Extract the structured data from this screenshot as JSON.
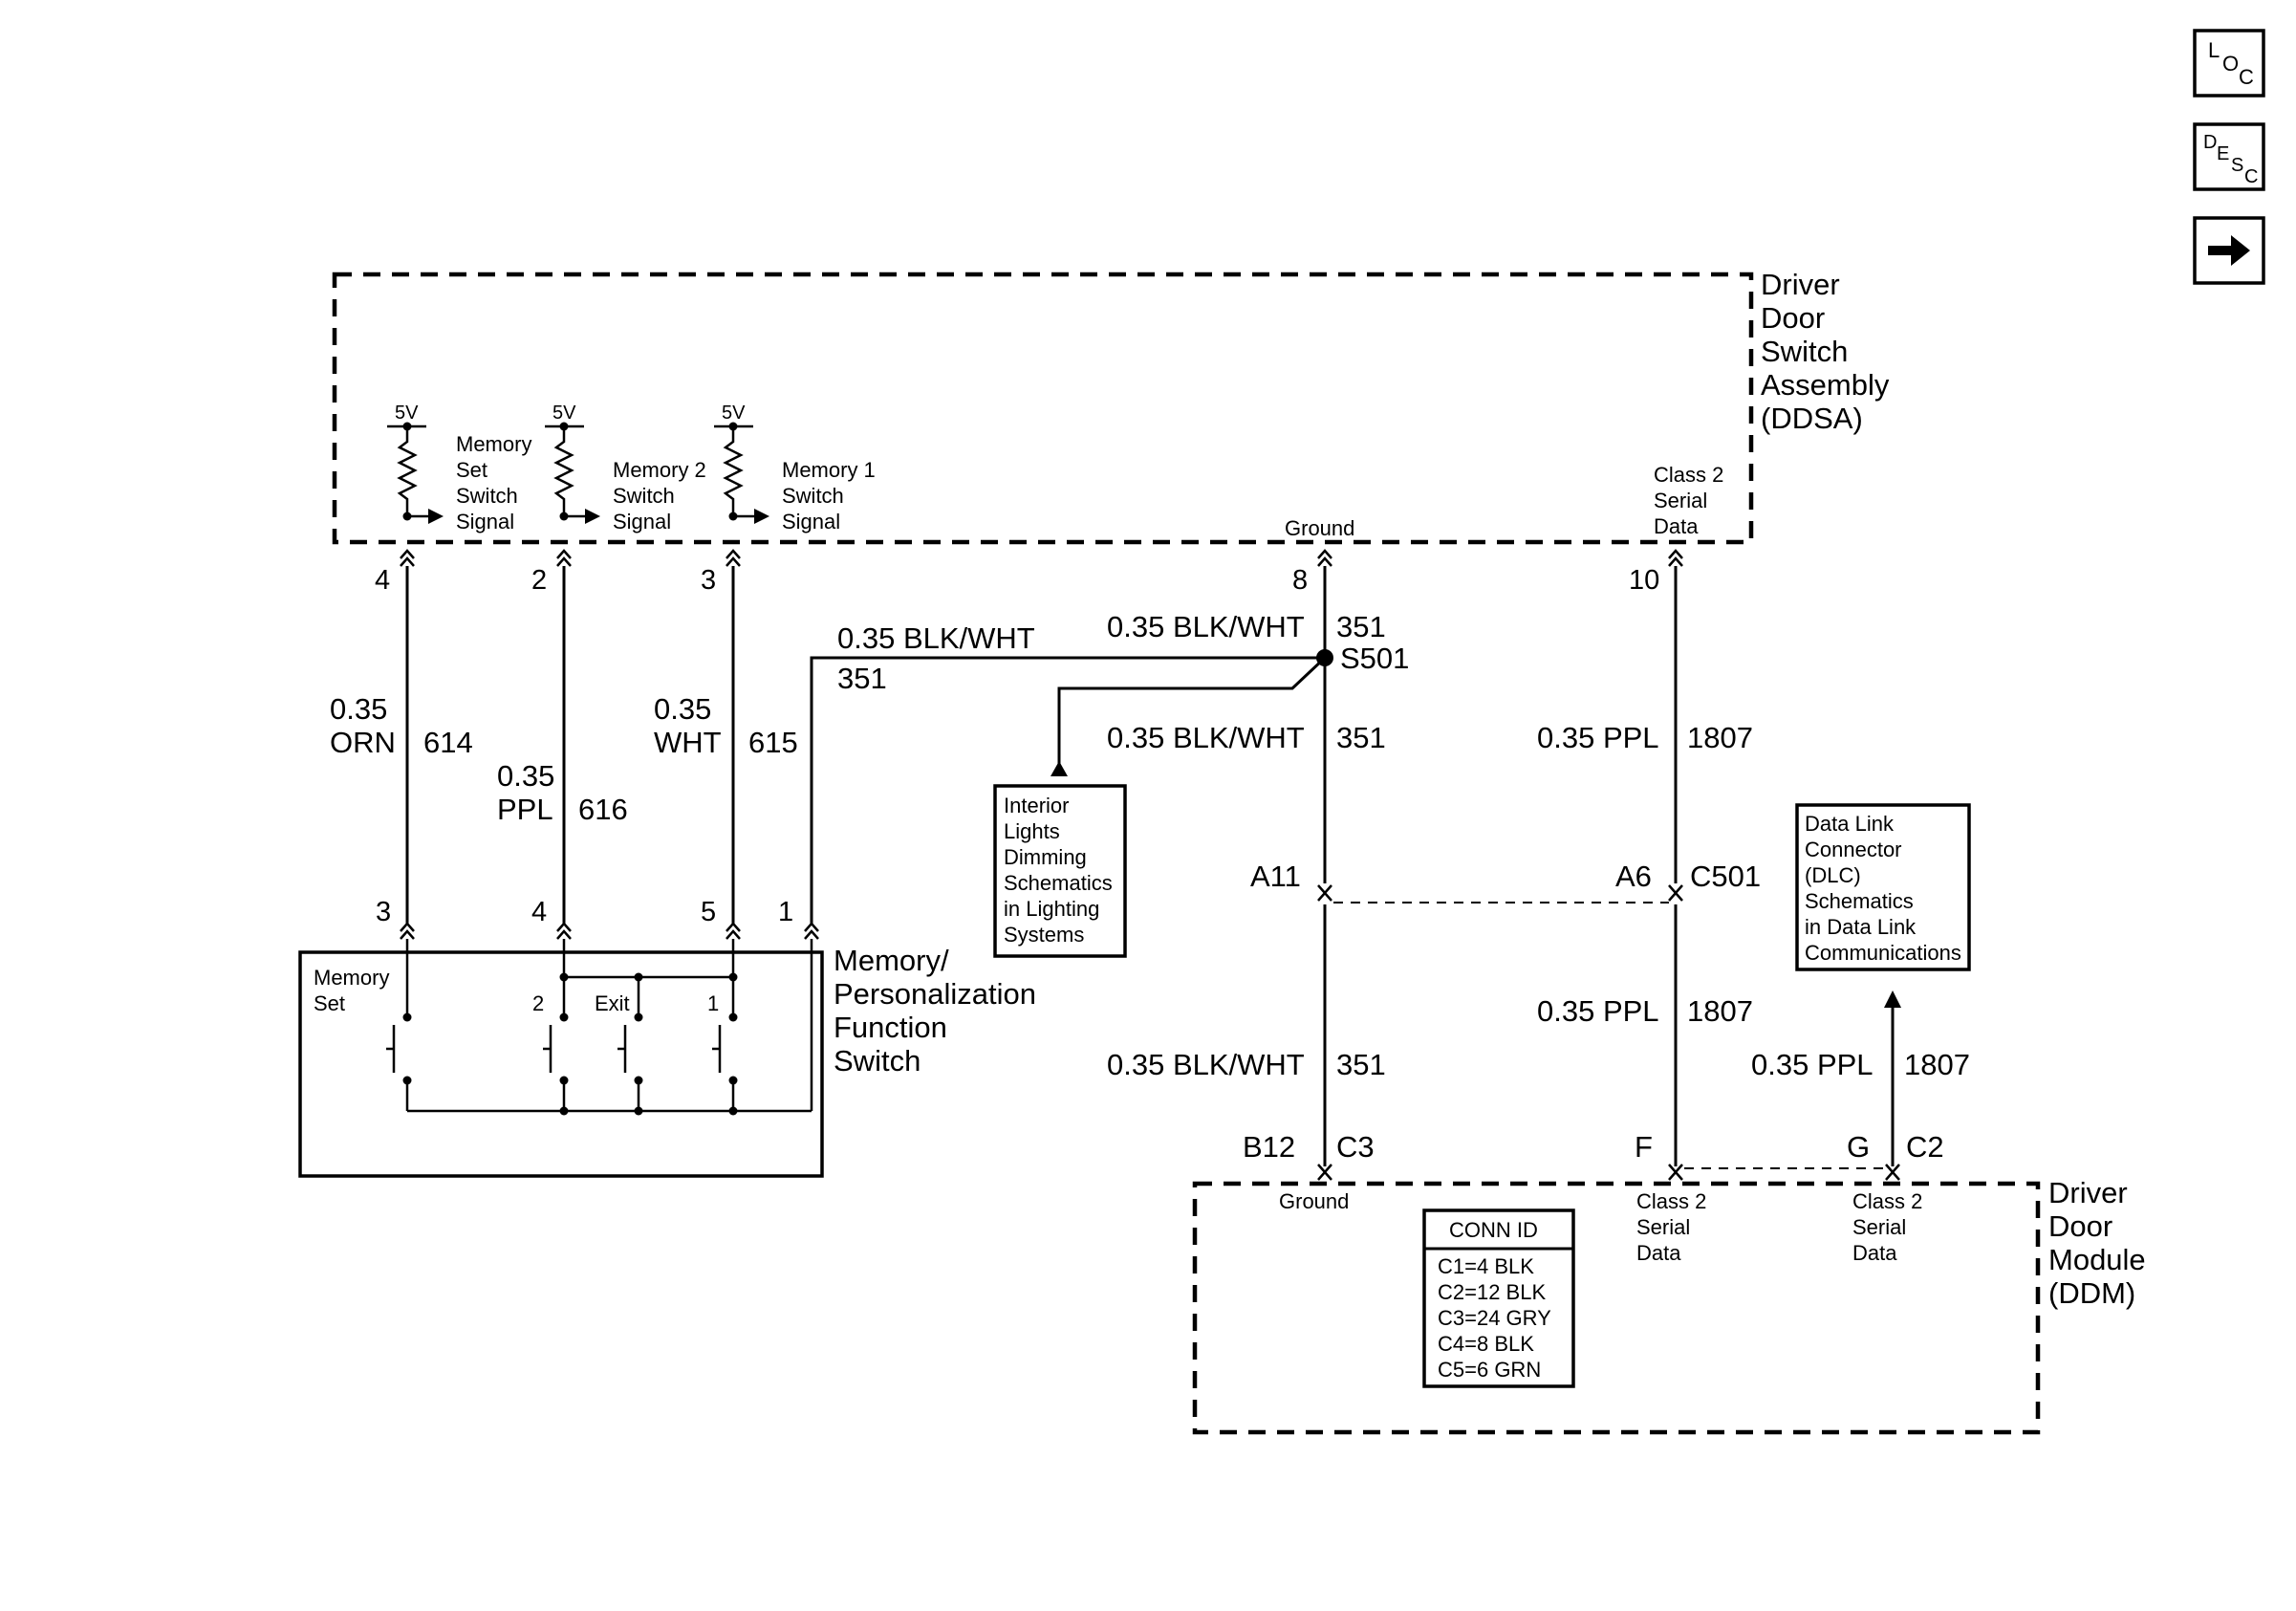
{
  "nav": {
    "loc": {
      "l": "L",
      "o": "O",
      "c": "C"
    },
    "desc": {
      "d": "D",
      "e": "E",
      "s": "S",
      "c": "C"
    }
  },
  "ddsa": {
    "title": [
      "Driver",
      "Door",
      "Switch",
      "Assembly",
      "(DDSA)"
    ],
    "supply": "5V",
    "signals": {
      "memory_set": [
        "Memory",
        "Set",
        "Switch",
        "Signal"
      ],
      "memory_2": [
        "Memory 2",
        "Switch",
        "Signal"
      ],
      "memory_1": [
        "Memory 1",
        "Switch",
        "Signal"
      ]
    },
    "ground": "Ground",
    "class2": [
      "Class 2",
      "Serial",
      "Data"
    ],
    "pins": {
      "p4": "4",
      "p2": "2",
      "p3": "3",
      "p8": "8",
      "p10": "10"
    }
  },
  "wires": {
    "w614": {
      "size": "0.35",
      "color": "ORN",
      "circuit": "614"
    },
    "w616": {
      "size": "0.35",
      "color": "PPL",
      "circuit": "616"
    },
    "w615": {
      "size": "0.35",
      "color": "WHT",
      "circuit": "615"
    },
    "w351_branch": {
      "label": "0.35 BLK/WHT",
      "circuit": "351"
    },
    "w351_top": {
      "label": "0.35 BLK/WHT",
      "circuit": "351"
    },
    "w351_mid": {
      "label": "0.35 BLK/WHT",
      "circuit": "351"
    },
    "w351_low": {
      "label": "0.35 BLK/WHT",
      "circuit": "351"
    },
    "w1807_top": {
      "label": "0.35 PPL",
      "circuit": "1807"
    },
    "w1807_mid": {
      "label": "0.35 PPL",
      "circuit": "1807"
    },
    "w1807_dlc": {
      "label": "0.35 PPL",
      "circuit": "1807"
    }
  },
  "splice": "S501",
  "interior_ref": [
    "Interior",
    "Lights",
    "Dimming",
    "Schematics",
    "in Lighting",
    "Systems"
  ],
  "dlc_ref": [
    "Data Link",
    "Connector",
    "(DLC)",
    "Schematics",
    "in Data Link",
    "Communications"
  ],
  "inline_connector": {
    "ground_pin": "A11",
    "data_pin": "A6",
    "name": "C501"
  },
  "switch": {
    "title": [
      "Memory/",
      "Personalization",
      "Function",
      "Switch"
    ],
    "pins": {
      "p3": "3",
      "p4": "4",
      "p5": "5",
      "p1": "1"
    },
    "labels": {
      "memory_set": [
        "Memory",
        "Set"
      ],
      "two": "2",
      "exit": "Exit",
      "one": "1"
    }
  },
  "ddm": {
    "title": [
      "Driver",
      "Door",
      "Module",
      "(DDM)"
    ],
    "pins": {
      "b12": "B12",
      "c3": "C3",
      "f": "F",
      "g": "G",
      "c2": "C2"
    },
    "ground": "Ground",
    "class2": [
      "Class 2",
      "Serial",
      "Data"
    ],
    "conn_id": {
      "title": "CONN ID",
      "rows": [
        "C1=4 BLK",
        "C2=12 BLK",
        "C3=24 GRY",
        "C4=8 BLK",
        "C5=6 GRN"
      ]
    }
  }
}
